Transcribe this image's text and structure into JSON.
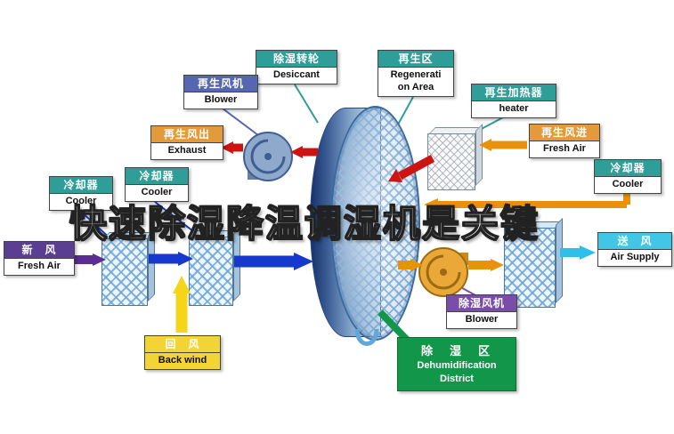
{
  "watermark": "快速除湿降温调湿机是关键",
  "labels": {
    "desiccant": {
      "zh": "除湿转轮",
      "en": "Desiccant"
    },
    "regen_area": {
      "zh": "再生区",
      "en": "Regenerati\non Area"
    },
    "regen_heater": {
      "zh": "再生加热器",
      "en": "heater"
    },
    "regen_blower": {
      "zh": "再生风机",
      "en": "Blower"
    },
    "regen_exhaust": {
      "zh": "再生风出",
      "en": "Exhaust"
    },
    "cooler_left_outer": {
      "zh": "冷却器",
      "en": "Cooler"
    },
    "cooler_left_inner": {
      "zh": "冷却器",
      "en": "Cooler"
    },
    "fresh_air": {
      "zh": "新　风",
      "en": "Fresh Air"
    },
    "back_wind": {
      "zh": "回　风",
      "en": "Back wind"
    },
    "regen_fresh_air": {
      "zh": "再生风进",
      "en": "Fresh Air"
    },
    "cooler_right": {
      "zh": "冷却器",
      "en": "Cooler"
    },
    "air_supply": {
      "zh": "送　风",
      "en": "Air Supply"
    },
    "dehum_blower": {
      "zh": "除湿风机",
      "en": "Blower"
    },
    "dehum_district": {
      "zh": "除　湿　区",
      "en": "Dehumidification\nDistrict"
    }
  },
  "colors": {
    "teal": "#2f9e99",
    "slate_blue": "#5766b2",
    "orange": "#e39a3a",
    "purple": "#5a3e92",
    "violet": "#7a4da6",
    "cyan": "#41c6e6",
    "yellow": "#f2d535",
    "green": "#12964a",
    "arrow_blue": "#1638cc",
    "arrow_red": "#cc1412",
    "arrow_orange": "#e8920c",
    "arrow_purple": "#5b2d90",
    "arrow_yellow": "#f4d517",
    "arrow_cyan": "#2ec0e8"
  }
}
